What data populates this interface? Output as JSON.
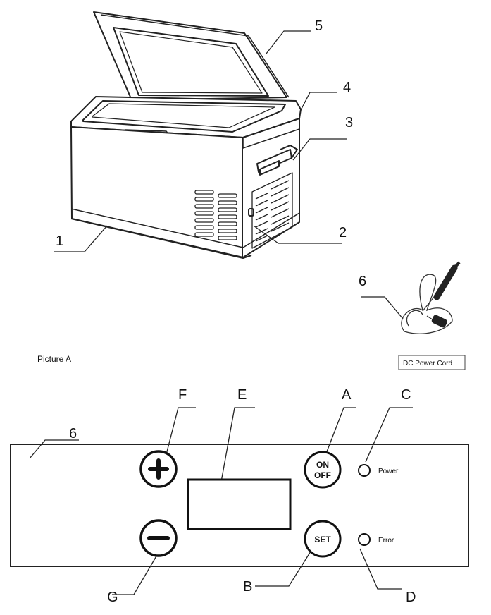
{
  "callouts": {
    "n1": "1",
    "n2": "2",
    "n3": "3",
    "n4": "4",
    "n5": "5",
    "n6": "6"
  },
  "picture_caption": "Picture A",
  "cord_caption": "DC Power Cord",
  "panel": {
    "callouts": {
      "A": "A",
      "B": "B",
      "C": "C",
      "D": "D",
      "E": "E",
      "F": "F",
      "G": "G",
      "six": "6"
    },
    "on_label_top": "ON",
    "on_label_bottom": "OFF",
    "set_label": "SET",
    "power_label": "Power",
    "error_label": "Error"
  }
}
